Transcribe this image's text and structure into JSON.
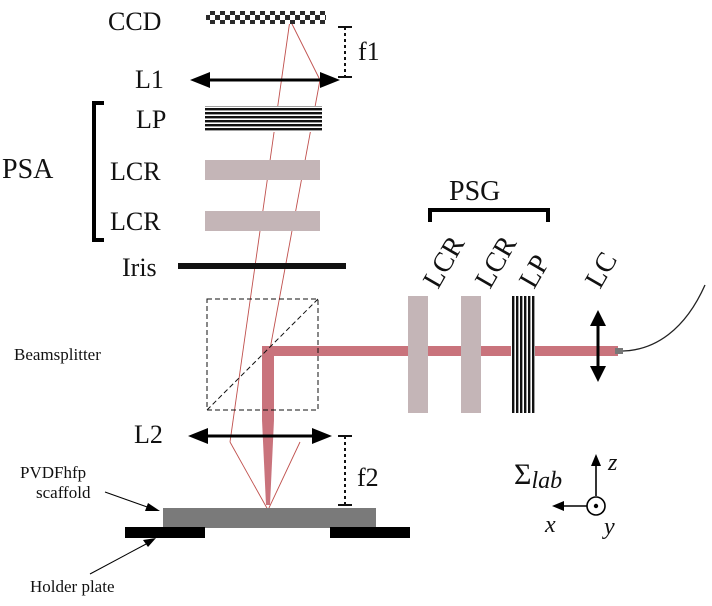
{
  "labels": {
    "ccd": "CCD",
    "l1": "L1",
    "f1": "f1",
    "lp_top": "LP",
    "psa": "PSA",
    "lcr_a1": "LCR",
    "lcr_a2": "LCR",
    "iris": "Iris",
    "psg": "PSG",
    "lcr_g1": "LCR",
    "lcr_g2": "LCR",
    "lp_g": "LP",
    "lc": "LC",
    "beamsplitter": "Beamsplitter",
    "l2": "L2",
    "f2": "f2",
    "scaffold_line1": "PVDFhfp",
    "scaffold_line2": "scaffold",
    "holder": "Holder plate",
    "frame_sigma": "Σ",
    "frame_sub": "lab",
    "axis_z": "z",
    "axis_x": "x",
    "axis_y": "y"
  },
  "colors": {
    "beam": "#c9737c",
    "beam_thin": "#c0504d",
    "lcr": "#c4b5b7",
    "scaffold": "#7a7a7a",
    "holder": "#000000",
    "stroke": "#111111"
  }
}
